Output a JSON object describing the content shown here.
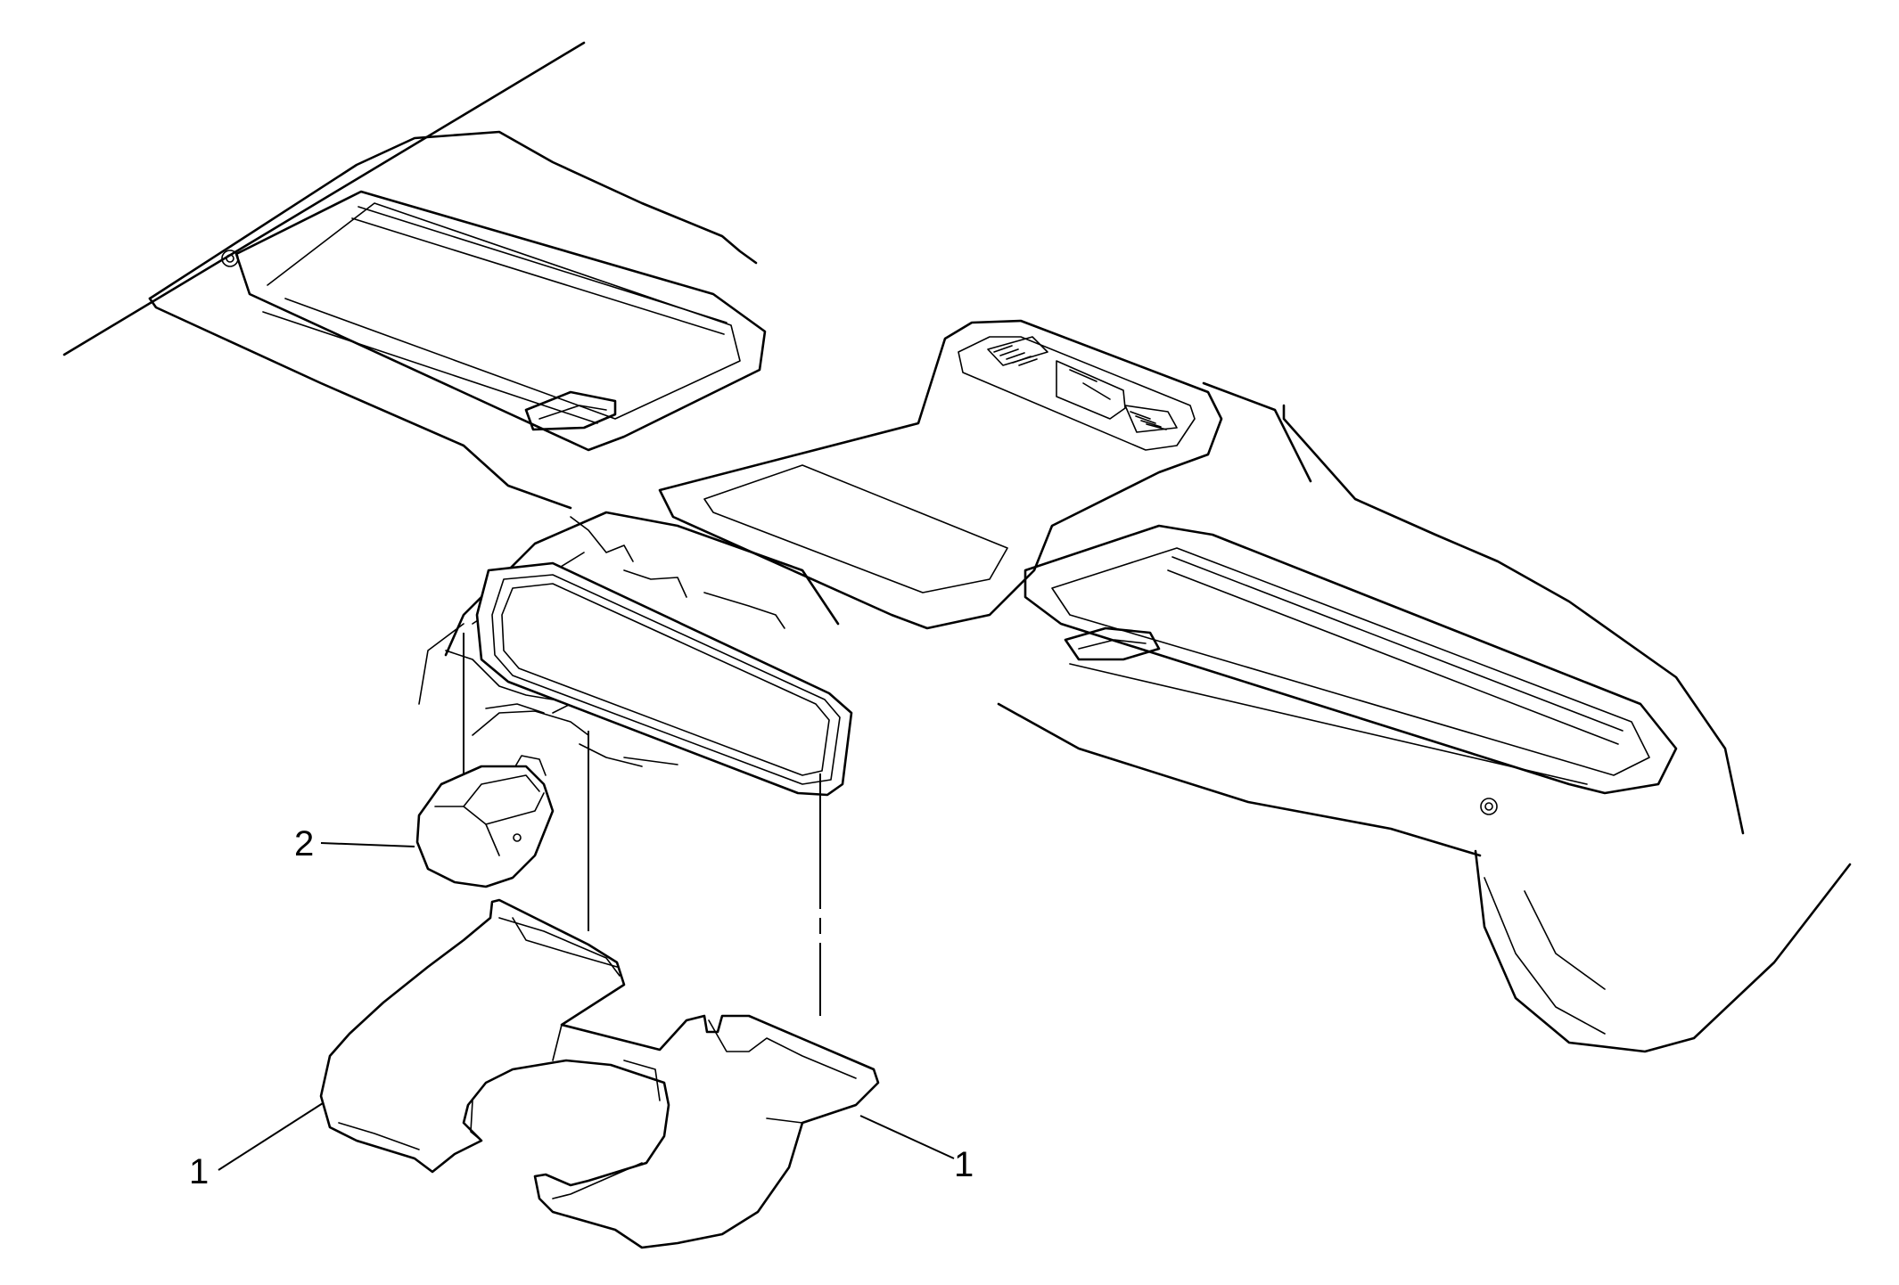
{
  "callouts": [
    {
      "id": "1a",
      "label": "1"
    },
    {
      "id": "1b",
      "label": "1"
    },
    {
      "id": "2",
      "label": "2"
    }
  ],
  "colors": {
    "line": "#000000",
    "background": "#ffffff"
  }
}
